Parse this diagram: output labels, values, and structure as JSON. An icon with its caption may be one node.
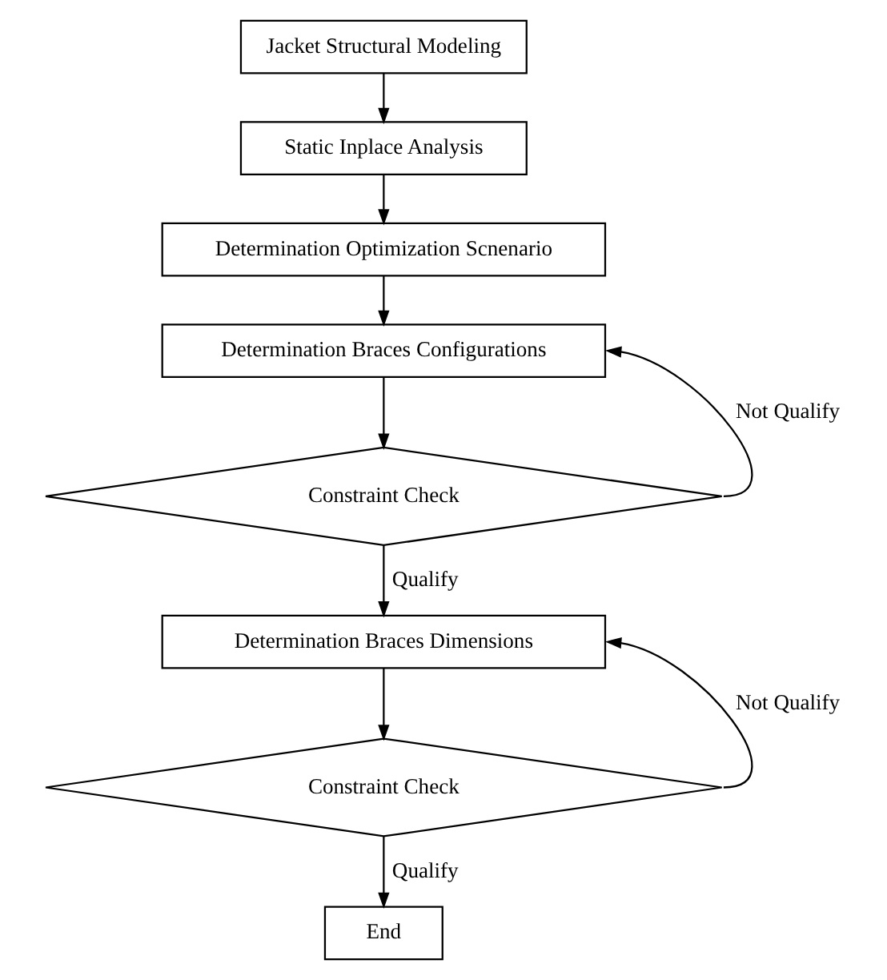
{
  "diagram": {
    "nodes": [
      {
        "text": [
          "Jacket Structural Modeling"
        ]
      },
      {
        "text": [
          "Static Inplace Analysis"
        ]
      },
      {
        "text": [
          "Determination Optimization Scnenario"
        ]
      },
      {
        "text": [
          "Determination Braces Configurations"
        ]
      },
      {
        "text": [
          "Constraint Check"
        ]
      },
      {
        "text": [
          "Determination Braces Dimensions"
        ]
      },
      {
        "text": [
          "Constraint Check"
        ]
      },
      {
        "text": [
          "End"
        ]
      }
    ],
    "edges": [
      {
        "from": 0,
        "to": 1,
        "arrow": "to"
      },
      {
        "from": 1,
        "to": 2,
        "arrow": "to"
      },
      {
        "from": 2,
        "to": 3,
        "arrow": "to"
      },
      {
        "from": 3,
        "to": 4,
        "arrow": "to"
      },
      {
        "from": 4,
        "to": 5,
        "arrow": "to",
        "label": "Qualify"
      },
      {
        "from": 4,
        "to": 3,
        "arrow": "to",
        "label": "Not Qualify"
      },
      {
        "from": 5,
        "to": 6,
        "arrow": "to"
      },
      {
        "from": 6,
        "to": 5,
        "arrow": "to",
        "label": "Not Qualify"
      },
      {
        "from": 6,
        "to": 7,
        "arrow": "to",
        "label": "Qualify"
      }
    ]
  }
}
